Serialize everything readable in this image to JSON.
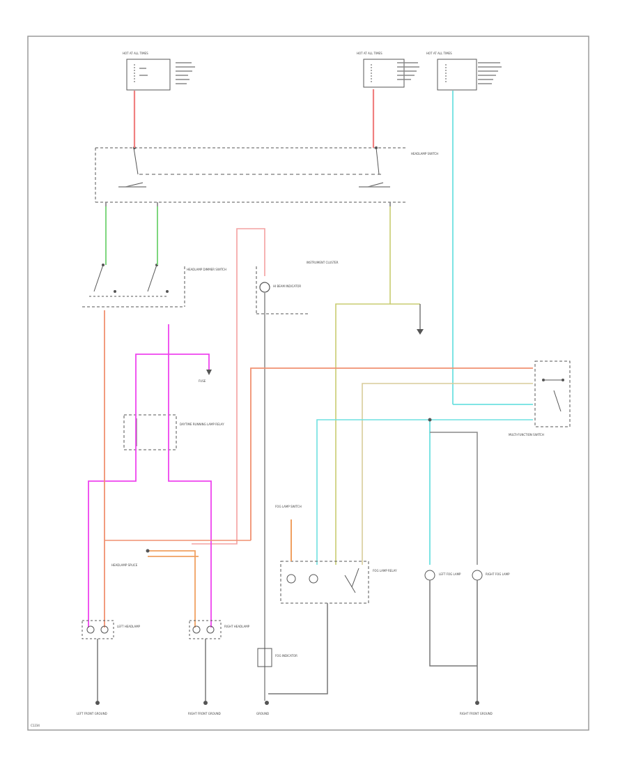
{
  "colors": {
    "frame": "#9a9a9a",
    "ground_wire": "#777777",
    "red_wire": "#f08080",
    "light_red_wire": "#f4a0a0",
    "green_wire": "#7ed67e",
    "pink_wire": "#ee44ee",
    "orange_wire": "#f0a060",
    "salmon_wire": "#f09070",
    "olive_wire": "#c8cc70",
    "tan_wire": "#d8cc9a",
    "cyan_wire": "#6ee0e0",
    "component": "#444444"
  },
  "labels": {
    "fuse_box_top_left": "HOT AT ALL TIMES",
    "fuse_box_top_mid": "HOT AT ALL TIMES",
    "fuse_box_top_right": "HOT AT ALL TIMES",
    "headlamp_switch": "HEADLAMP SWITCH",
    "dimmer_switch": "HEADLAMP DIMMER SWITCH",
    "instrument_cluster": "INSTRUMENT CLUSTER",
    "hi_beam_indicator": "HI BEAM INDICATOR",
    "daytime_running_relay": "DAYTIME RUNNING LAMP RELAY",
    "high_beam_fuse": "FUSE",
    "left_headlamp": "LEFT HEADLAMP",
    "right_headlamp": "RIGHT HEADLAMP",
    "headlamp_splice": "HEADLAMP SPLICE",
    "fog_lamp_relay": "FOG LAMP RELAY",
    "fog_lamp_switch": "FOG LAMP SWITCH",
    "left_fog_lamp": "LEFT FOG LAMP",
    "right_fog_lamp": "RIGHT FOG LAMP",
    "fog_indicator": "FOG INDICATOR",
    "multi_function_switch": "MULTI-FUNCTION SWITCH",
    "ground_left": "LEFT FRONT GROUND",
    "ground_right": "RIGHT FRONT GROUND",
    "ground_center": "GROUND",
    "ground_far_right": "RIGHT FRONT GROUND",
    "footer_code": "C1234"
  }
}
